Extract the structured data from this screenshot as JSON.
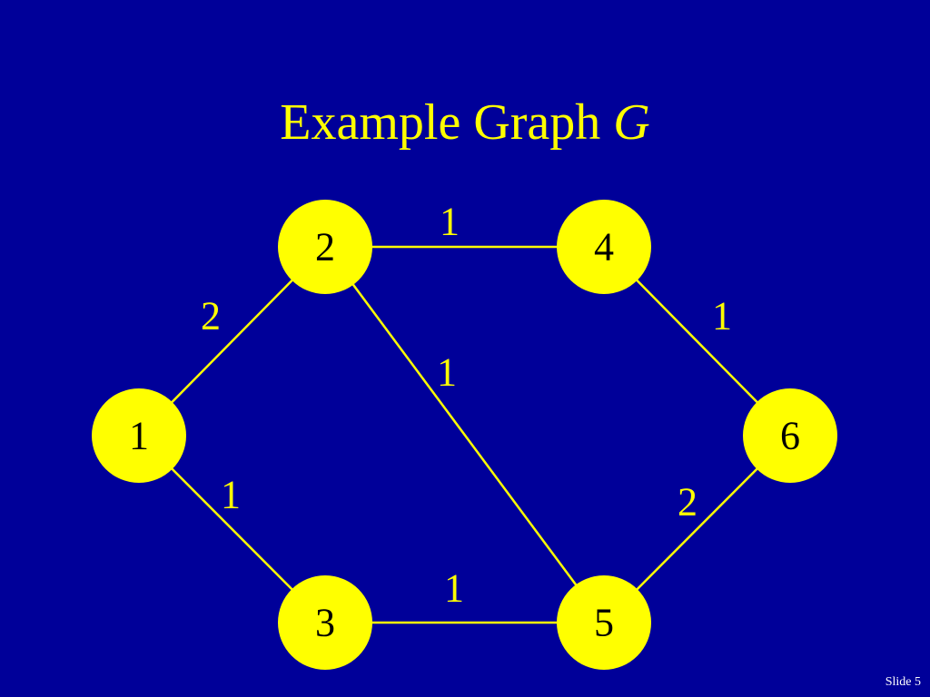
{
  "slide": {
    "title": "Example Graph ",
    "title_variable": "G",
    "footer": "Slide 5"
  },
  "colors": {
    "background": "#000099",
    "accent": "#ffff00",
    "node_text": "#000000",
    "footer_text": "#ffffff"
  },
  "graph": {
    "nodes": [
      {
        "id": "1",
        "label": "1"
      },
      {
        "id": "2",
        "label": "2"
      },
      {
        "id": "3",
        "label": "3"
      },
      {
        "id": "4",
        "label": "4"
      },
      {
        "id": "5",
        "label": "5"
      },
      {
        "id": "6",
        "label": "6"
      }
    ],
    "edges": [
      {
        "from": "2",
        "to": "4",
        "weight": "1"
      },
      {
        "from": "1",
        "to": "2",
        "weight": "2"
      },
      {
        "from": "4",
        "to": "6",
        "weight": "1"
      },
      {
        "from": "2",
        "to": "5",
        "weight": "1"
      },
      {
        "from": "1",
        "to": "3",
        "weight": "1"
      },
      {
        "from": "5",
        "to": "6",
        "weight": "2"
      },
      {
        "from": "3",
        "to": "5",
        "weight": "1"
      }
    ]
  }
}
